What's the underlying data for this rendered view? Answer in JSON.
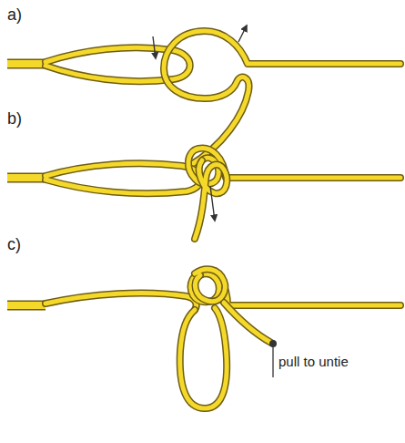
{
  "diagram": {
    "labels": [
      "a)",
      "b)",
      "c)",
      "pull to untie"
    ]
  }
}
